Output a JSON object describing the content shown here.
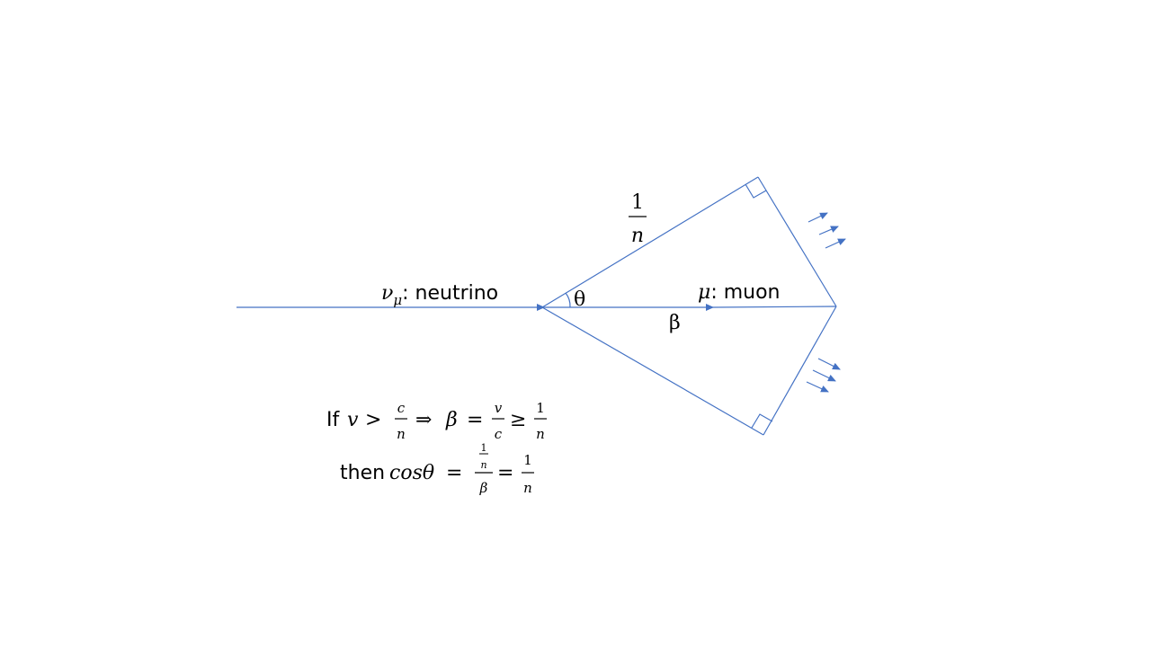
{
  "labels": {
    "neutrino": {
      "symbol": "ν",
      "subscript": "μ",
      "text": ": neutrino"
    },
    "muon": {
      "symbol": "μ",
      "text": ": muon"
    },
    "theta": "θ",
    "beta": "β",
    "one_over_n": {
      "numerator": "1",
      "denominator": "n"
    }
  },
  "equations": {
    "line1": {
      "prefix": "If",
      "v": "v",
      "gt": ">",
      "c": "c",
      "n": "n",
      "implies": "⇒",
      "beta": "β",
      "eq": "=",
      "v2": "v",
      "c2": "c",
      "ge": "≥",
      "one": "1",
      "n2": "n"
    },
    "line2": {
      "prefix": "then",
      "cos": "cosθ",
      "eq": "=",
      "one": "1",
      "n": "n",
      "beta": "β",
      "eq2": "=",
      "one2": "1",
      "n2": "n"
    }
  },
  "colors": {
    "line": "#4472c4",
    "text": "#000000",
    "background": "#ffffff"
  }
}
